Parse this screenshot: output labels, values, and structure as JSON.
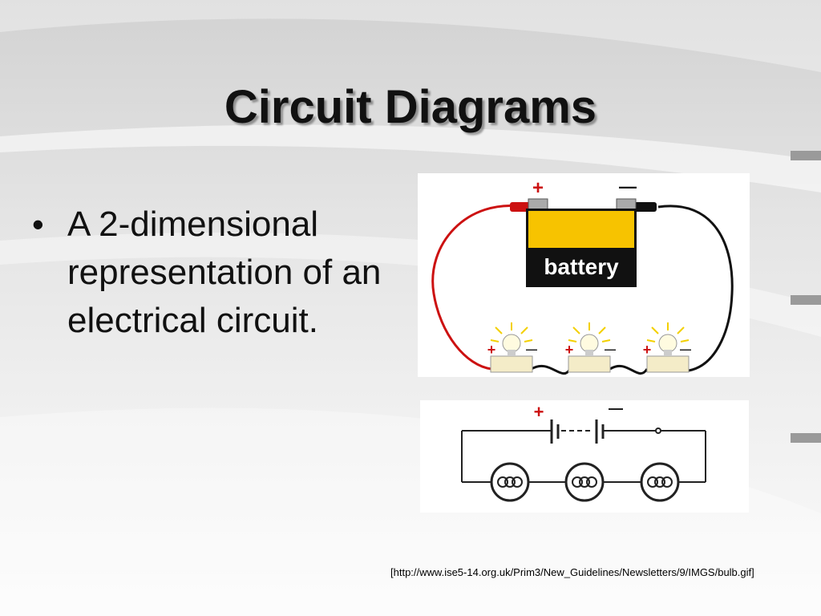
{
  "slide": {
    "title": "Circuit Diagrams",
    "bullet_symbol": "•",
    "bullet_text": "A 2-dimensional representation of an electrical circuit.",
    "citation": "[http://www.ise5-14.org.uk/Prim3/New_Guidelines/Newsletters/9/IMGS/bulb.gif]"
  },
  "pictorial": {
    "battery_label": "battery",
    "plus_sign": "+",
    "minus_sign": "—"
  },
  "schematic": {
    "plus_sign": "+",
    "minus_sign": "—"
  },
  "colors": {
    "battery_top": "#f7c300",
    "battery_body": "#111111",
    "positive_wire": "#cc1111",
    "negative_wire": "#111111",
    "plus_sign": "#cc1111"
  }
}
